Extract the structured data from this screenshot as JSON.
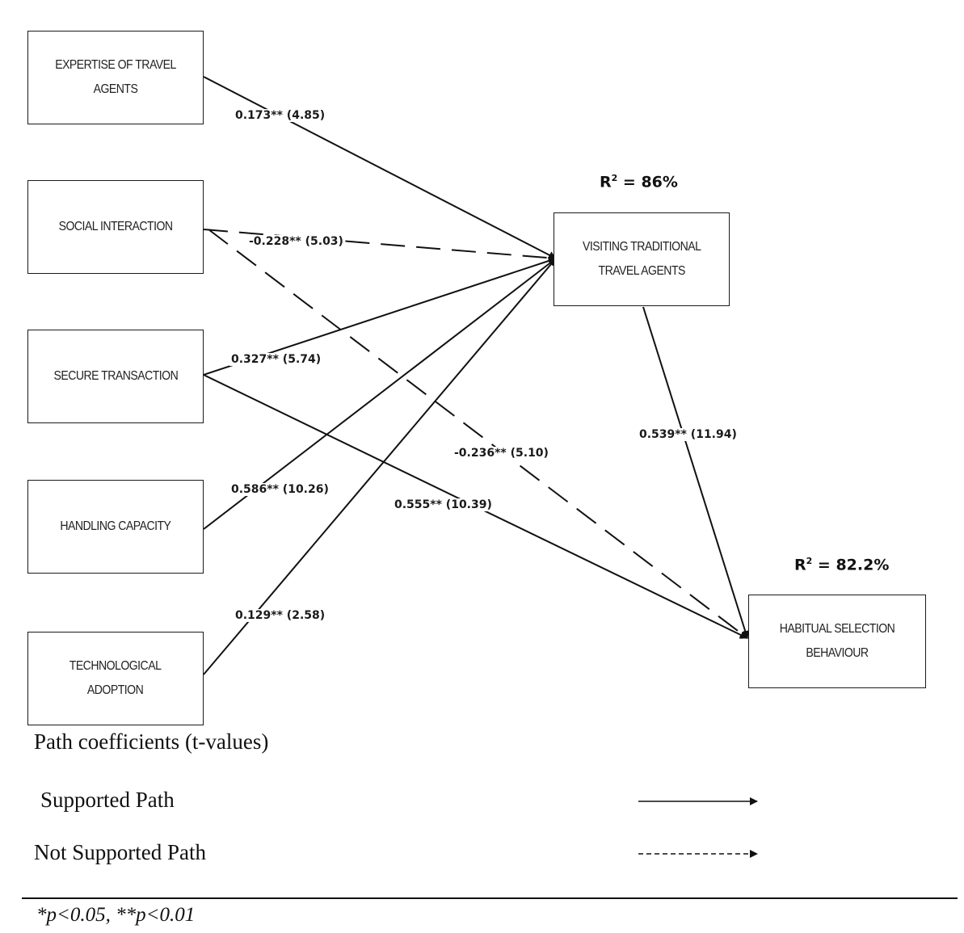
{
  "nodes": {
    "expertise": "EXPERTISE OF TRAVEL\nAGENTS",
    "social": "SOCIAL INTERACTION",
    "secure": "SECURE TRANSACTION",
    "handling": "HANDLING CAPACITY",
    "tech": "TECHNOLOGICAL\nADOPTION",
    "visiting": "VISITING TRADITIONAL\nTRAVEL AGENTS",
    "habitual": "HABITUAL SELECTION\nBEHAVIOUR"
  },
  "r2": {
    "visiting": "= 86%",
    "habitual": "= 82.2%",
    "symbol": "R",
    "sup": "2"
  },
  "paths": [
    {
      "from": "expertise",
      "to": "visiting",
      "coefficient": "0.173** (4.85)",
      "supported": true
    },
    {
      "from": "social",
      "to": "visiting",
      "coefficient": "-0.228** (5.03)",
      "supported": false
    },
    {
      "from": "secure",
      "to": "visiting",
      "coefficient": "0.327** (5.74)",
      "supported": true
    },
    {
      "from": "handling",
      "to": "visiting",
      "coefficient": "0.586** (10.26)",
      "supported": true
    },
    {
      "from": "tech",
      "to": "visiting",
      "coefficient": "0.129** (2.58)",
      "supported": true
    },
    {
      "from": "social",
      "to": "habitual",
      "coefficient": "-0.236** (5.10)",
      "supported": false
    },
    {
      "from": "secure",
      "to": "habitual",
      "coefficient": "0.555** (10.39)",
      "supported": true
    },
    {
      "from": "visiting",
      "to": "habitual",
      "coefficient": "0.539** (11.94)",
      "supported": true
    }
  ],
  "legend": {
    "title": "Path coefficients (t-values)",
    "supported": "Supported Path",
    "not_supported": "Not Supported Path"
  },
  "note": "*p<0.05, **p<0.01"
}
